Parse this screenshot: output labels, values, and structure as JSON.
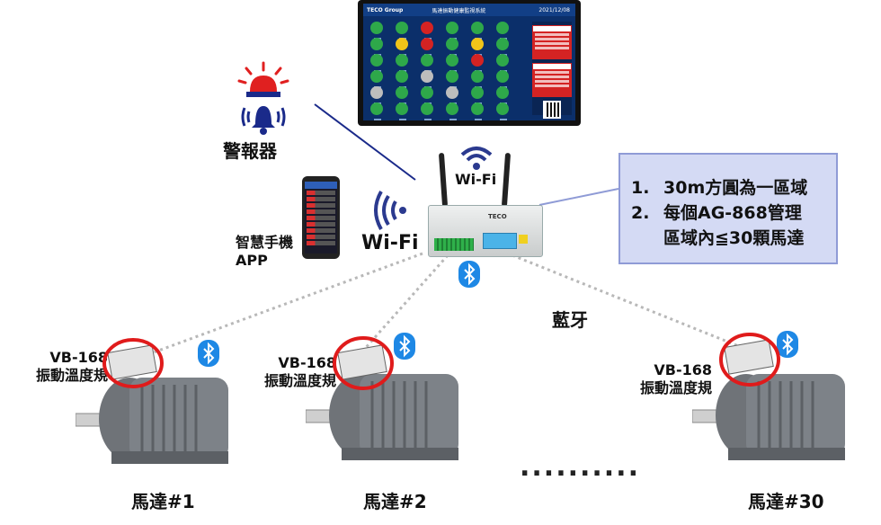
{
  "monitor": {
    "logo": "TECO Group",
    "title": "馬達振動健康監視系統",
    "date": "2021/12/08",
    "status_colors": [
      "#2ea84a",
      "#2ea84a",
      "#d42323",
      "#2ea84a",
      "#2ea84a",
      "#2ea84a",
      "#2ea84a",
      "#f0c419",
      "#d42323",
      "#2ea84a",
      "#f0c419",
      "#2ea84a",
      "#2ea84a",
      "#2ea84a",
      "#2ea84a",
      "#2ea84a",
      "#d42323",
      "#2ea84a",
      "#2ea84a",
      "#2ea84a",
      "#bdbdbd",
      "#2ea84a",
      "#2ea84a",
      "#2ea84a",
      "#bdbdbd",
      "#2ea84a",
      "#2ea84a",
      "#bdbdbd",
      "#2ea84a",
      "#2ea84a",
      "#2ea84a",
      "#2ea84a",
      "#2ea84a",
      "#2ea84a",
      "#2ea84a",
      "#2ea84a"
    ]
  },
  "alarm": {
    "label": "警報器",
    "icon": "alarm-bell-icon"
  },
  "phone": {
    "label_line1": "智慧手機",
    "label_line2": "APP"
  },
  "wifi": {
    "left_label": "Wi-Fi",
    "top_label": "Wi-Fi"
  },
  "gateway": {
    "brand": "TECO"
  },
  "callout": {
    "items": [
      {
        "num": "1.",
        "text": "30m方圓為一區域"
      },
      {
        "num": "2.",
        "text": "每個AG-868管理"
      },
      {
        "num": "",
        "text": "區域內≦30顆馬達"
      }
    ]
  },
  "bluetooth_label": "藍牙",
  "sensor_label_line1": "VB-168",
  "sensor_label_line2": "振動溫度規",
  "motors": [
    {
      "label": "馬達#1"
    },
    {
      "label": "馬達#2"
    },
    {
      "label": "馬達#30"
    }
  ],
  "ellipsis": "..........",
  "colors": {
    "callout_bg": "#d4daf4",
    "alarm_red": "#e02020",
    "link_blue": "#1a2a8a",
    "bluetooth_blue": "#1e88e5",
    "highlight_red": "#e01b1b"
  }
}
